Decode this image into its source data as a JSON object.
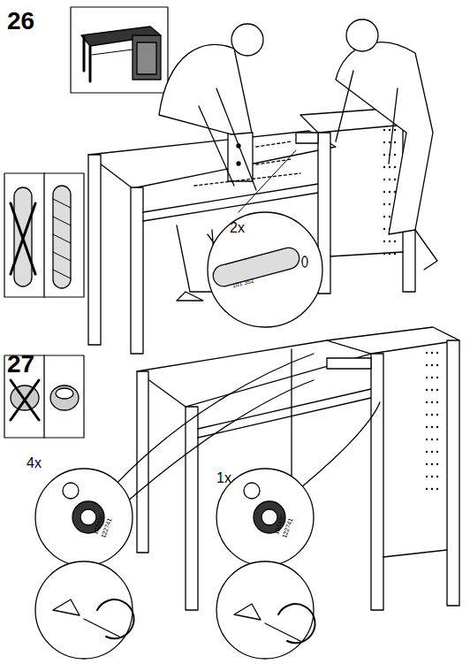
{
  "diagram": {
    "labels": [
      "26",
      "2x",
      "101 352",
      "27",
      "4x",
      "103430",
      "122741",
      "1x",
      "103430",
      "122741"
    ]
  }
}
